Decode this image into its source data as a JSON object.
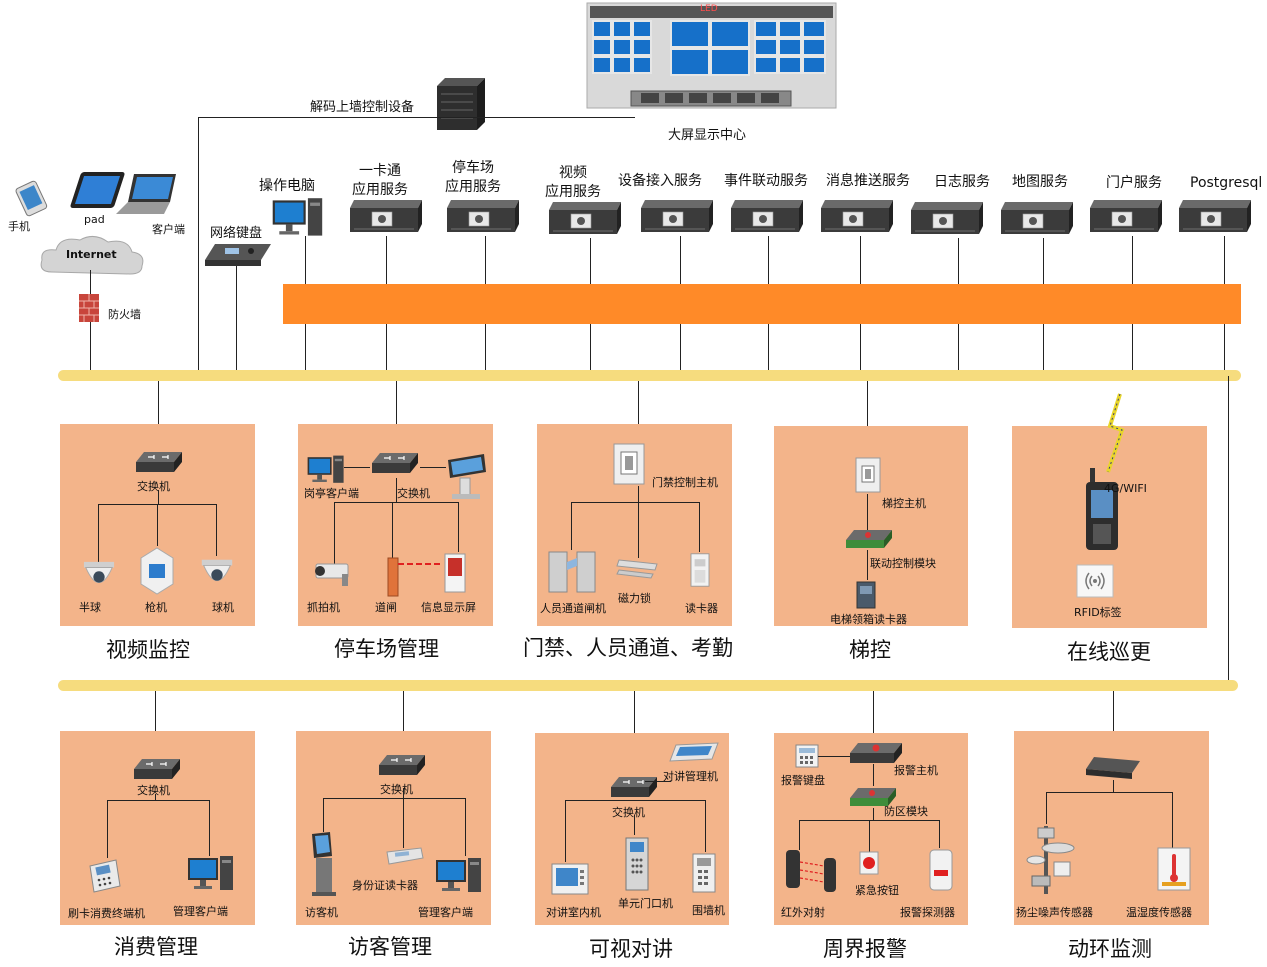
{
  "colors": {
    "panel": "#f3b48a",
    "band": "#ff8a28",
    "bus": "#f6dc7e",
    "server": "#3a3a3a"
  },
  "top": {
    "display_center": "大屏显示中心",
    "decoder": "解码上墙控制设备",
    "wall_badge": "LED"
  },
  "clients": {
    "phone": "手机",
    "pad": "pad",
    "laptop": "客户端",
    "internet": "Internet",
    "firewall": "防火墙",
    "keyboard": "网络键盘",
    "operator_pc": "操作电脑"
  },
  "services": [
    {
      "line1": "一卡通",
      "line2": "应用服务"
    },
    {
      "line1": "停车场",
      "line2": "应用服务"
    },
    {
      "line1": "视频",
      "line2": "应用服务"
    },
    {
      "line1": "设备接入服务",
      "line2": ""
    },
    {
      "line1": "事件联动服务",
      "line2": ""
    },
    {
      "line1": "消息推送服务",
      "line2": ""
    },
    {
      "line1": "日志服务",
      "line2": ""
    },
    {
      "line1": "地图服务",
      "line2": ""
    },
    {
      "line1": "门户服务",
      "line2": ""
    },
    {
      "line1": "Postgresql",
      "line2": ""
    }
  ],
  "subsystems_row1": [
    {
      "title": "视频监控",
      "switch": "交换机",
      "devices": [
        "半球",
        "枪机",
        "球机"
      ]
    },
    {
      "title": "停车场管理",
      "switch": "交换机",
      "client": "岗亭客户端",
      "devices": [
        "抓拍机",
        "道闸",
        "信息显示屏"
      ]
    },
    {
      "title": "门禁、人员通道、考勤",
      "host": "门禁控制主机",
      "devices": [
        "人员通道闸机",
        "磁力锁",
        "读卡器"
      ]
    },
    {
      "title": "梯控",
      "host": "梯控主机",
      "module": "联动控制模块",
      "reader": "电梯领箱读卡器"
    },
    {
      "title": "在线巡更",
      "radio": "4G/WIFI",
      "tag": "RFID标签"
    }
  ],
  "subsystems_row2": [
    {
      "title": "消费管理",
      "switch": "交换机",
      "devices": [
        "刷卡消费终端机",
        "管理客户端"
      ]
    },
    {
      "title": "访客管理",
      "switch": "交换机",
      "devices": [
        "访客机",
        "身份证读卡器",
        "管理客户端"
      ]
    },
    {
      "title": "可视对讲",
      "switch": "交换机",
      "manager": "对讲管理机",
      "devices": [
        "对讲室内机",
        "单元门口机",
        "围墙机"
      ]
    },
    {
      "title": "周界报警",
      "keyboard": "报警键盘",
      "host": "报警主机",
      "module": "防区模块",
      "devices": [
        "红外对射",
        "紧急按钮",
        "报警探测器"
      ]
    },
    {
      "title": "动环监测",
      "devices": [
        "扬尘噪声传感器",
        "温湿度传感器"
      ]
    }
  ]
}
